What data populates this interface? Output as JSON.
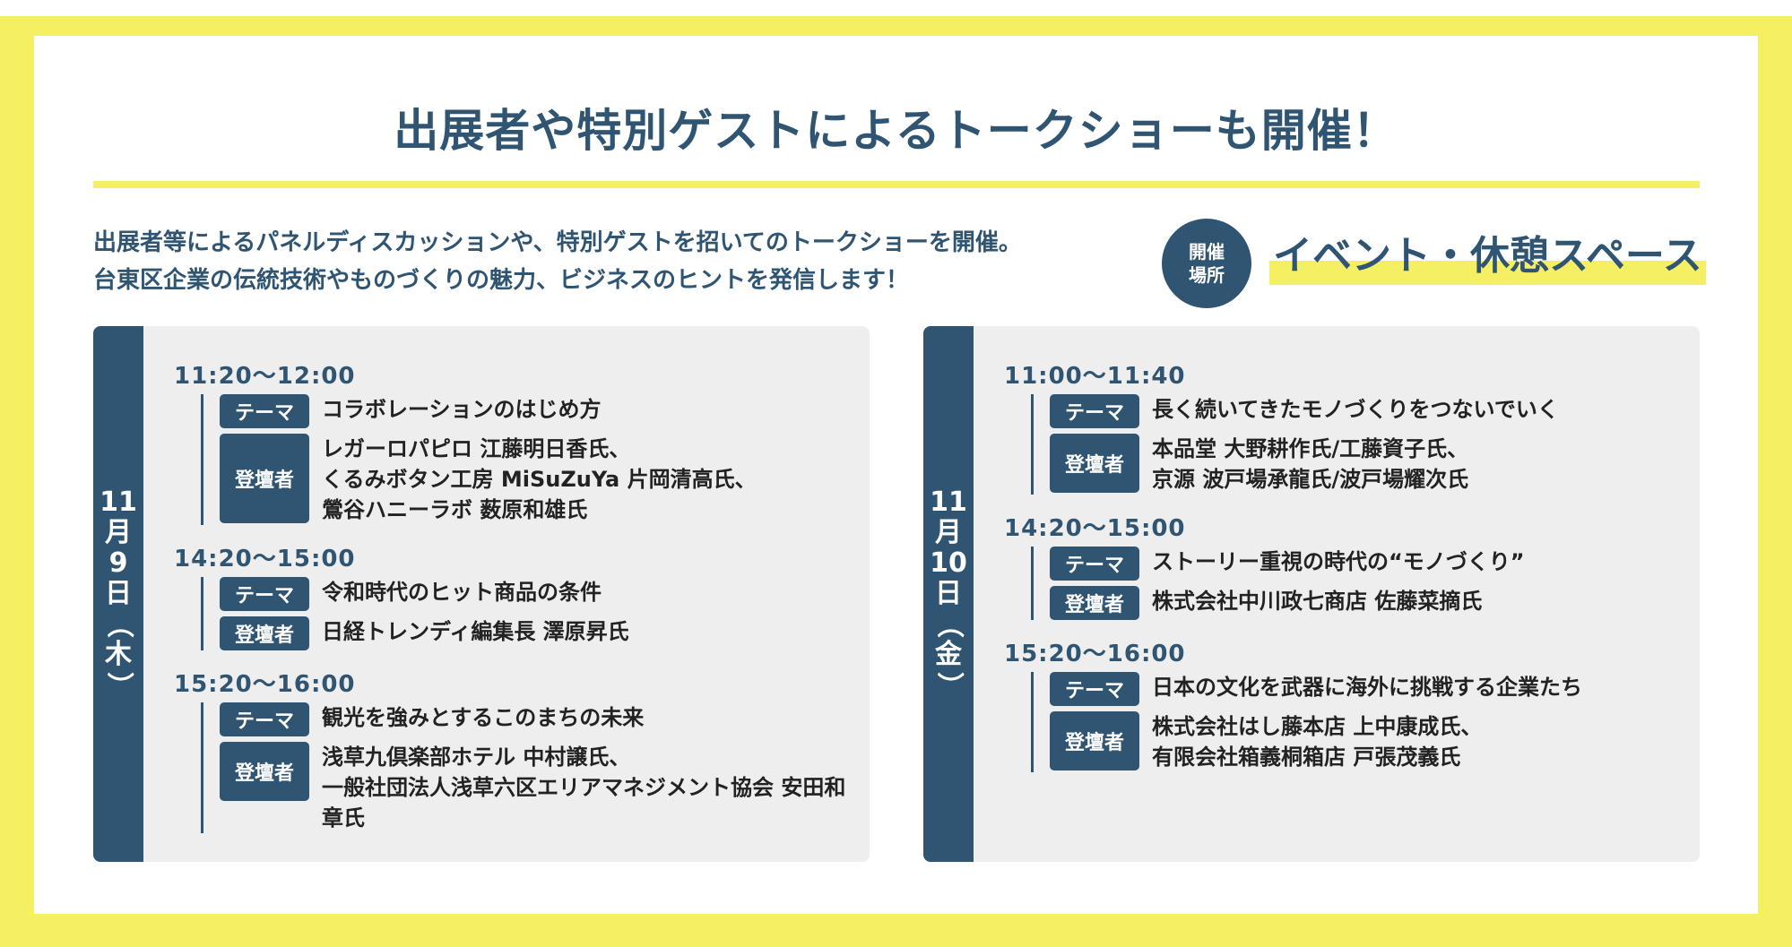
{
  "headline": "出展者や特別ゲストによるトークショーも開催！",
  "intro": {
    "line1": "出展者等によるパネルディスカッションや、特別ゲストを招いてのトークショーを開催。",
    "line2": "台東区企業の伝統技術やものづくりの魅力、ビジネスのヒントを発信します！"
  },
  "venue": {
    "badge_line1": "開催",
    "badge_line2": "場所",
    "name": "イベント・休憩スペース"
  },
  "labels": {
    "theme": "テーマ",
    "speaker": "登壇者"
  },
  "days": [
    {
      "date_chars": [
        "11",
        "月",
        "9",
        "日",
        "（",
        "木",
        "）"
      ],
      "sessions": [
        {
          "time": "11:20～12:00",
          "theme": "コラボレーションのはじめ方",
          "speakers": "レガーロパピロ 江藤明日香氏、\nくるみボタン工房 MiSuZuYa 片岡清高氏、\n鶯谷ハニーラボ 薮原和雄氏"
        },
        {
          "time": "14:20～15:00",
          "theme": "令和時代のヒット商品の条件",
          "speakers": "日経トレンディ編集長 澤原昇氏"
        },
        {
          "time": "15:20～16:00",
          "theme": "観光を強みとするこのまちの未来",
          "speakers": "浅草九倶楽部ホテル 中村譲氏、\n一般社団法人浅草六区エリアマネジメント協会 安田和章氏"
        }
      ]
    },
    {
      "date_chars": [
        "11",
        "月",
        "10",
        "日",
        "（",
        "金",
        "）"
      ],
      "sessions": [
        {
          "time": "11:00～11:40",
          "theme": "長く続いてきたモノづくりをつないでいく",
          "speakers": "本品堂 大野耕作氏/工藤資子氏、\n京源 波戸場承龍氏/波戸場耀次氏"
        },
        {
          "time": "14:20～15:00",
          "theme": "ストーリー重視の時代の“モノづくり”",
          "speakers": "株式会社中川政七商店 佐藤菜摘氏"
        },
        {
          "time": "15:20～16:00",
          "theme": "日本の文化を武器に海外に挑戦する企業たち",
          "speakers": "株式会社はし藤本店 上中康成氏、\n有限会社箱義桐箱店 戸張茂義氏"
        }
      ]
    }
  ]
}
